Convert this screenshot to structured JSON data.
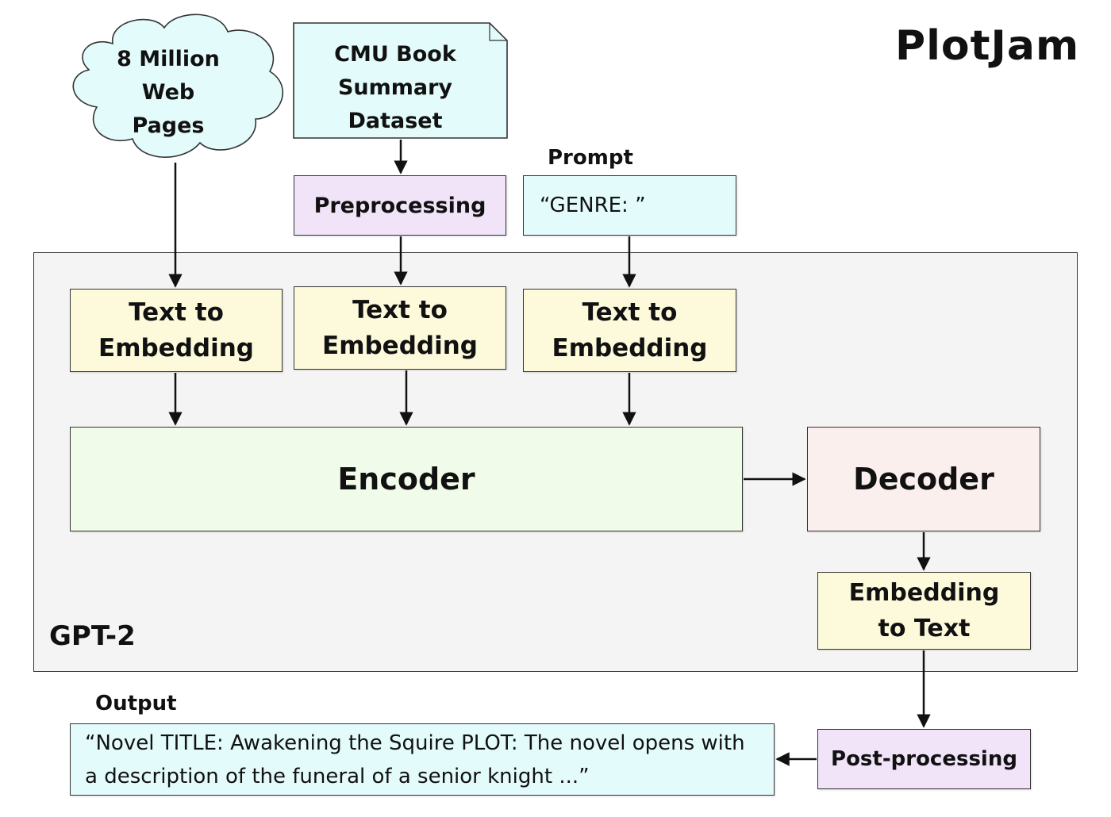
{
  "title": "PlotJam",
  "sources": {
    "web_pages": "8 Million\nWeb\nPages",
    "cmu_dataset": "CMU Book\nSummary\nDataset",
    "prompt_label": "Prompt",
    "prompt_value": "“GENRE: ”"
  },
  "preprocessing": "Preprocessing",
  "gpt2": {
    "label": "GPT-2",
    "text_to_embedding": [
      "Text to\nEmbedding",
      "Text to\nEmbedding",
      "Text to\nEmbedding"
    ],
    "encoder": "Encoder",
    "decoder": "Decoder",
    "embedding_to_text": "Embedding\nto Text"
  },
  "post_processing": "Post-processing",
  "output": {
    "label": "Output",
    "text": "“Novel TITLE: Awakening the Squire PLOT: The novel opens with a description of the funeral of a senior knight ...”"
  },
  "colors": {
    "data_input": "#e3fbfb",
    "processing": "#f1e4f9",
    "conversion": "#fdfadb",
    "encoder": "#f1fbea",
    "decoder": "#fbefee",
    "gpt2_region": "#f4f4f4"
  }
}
